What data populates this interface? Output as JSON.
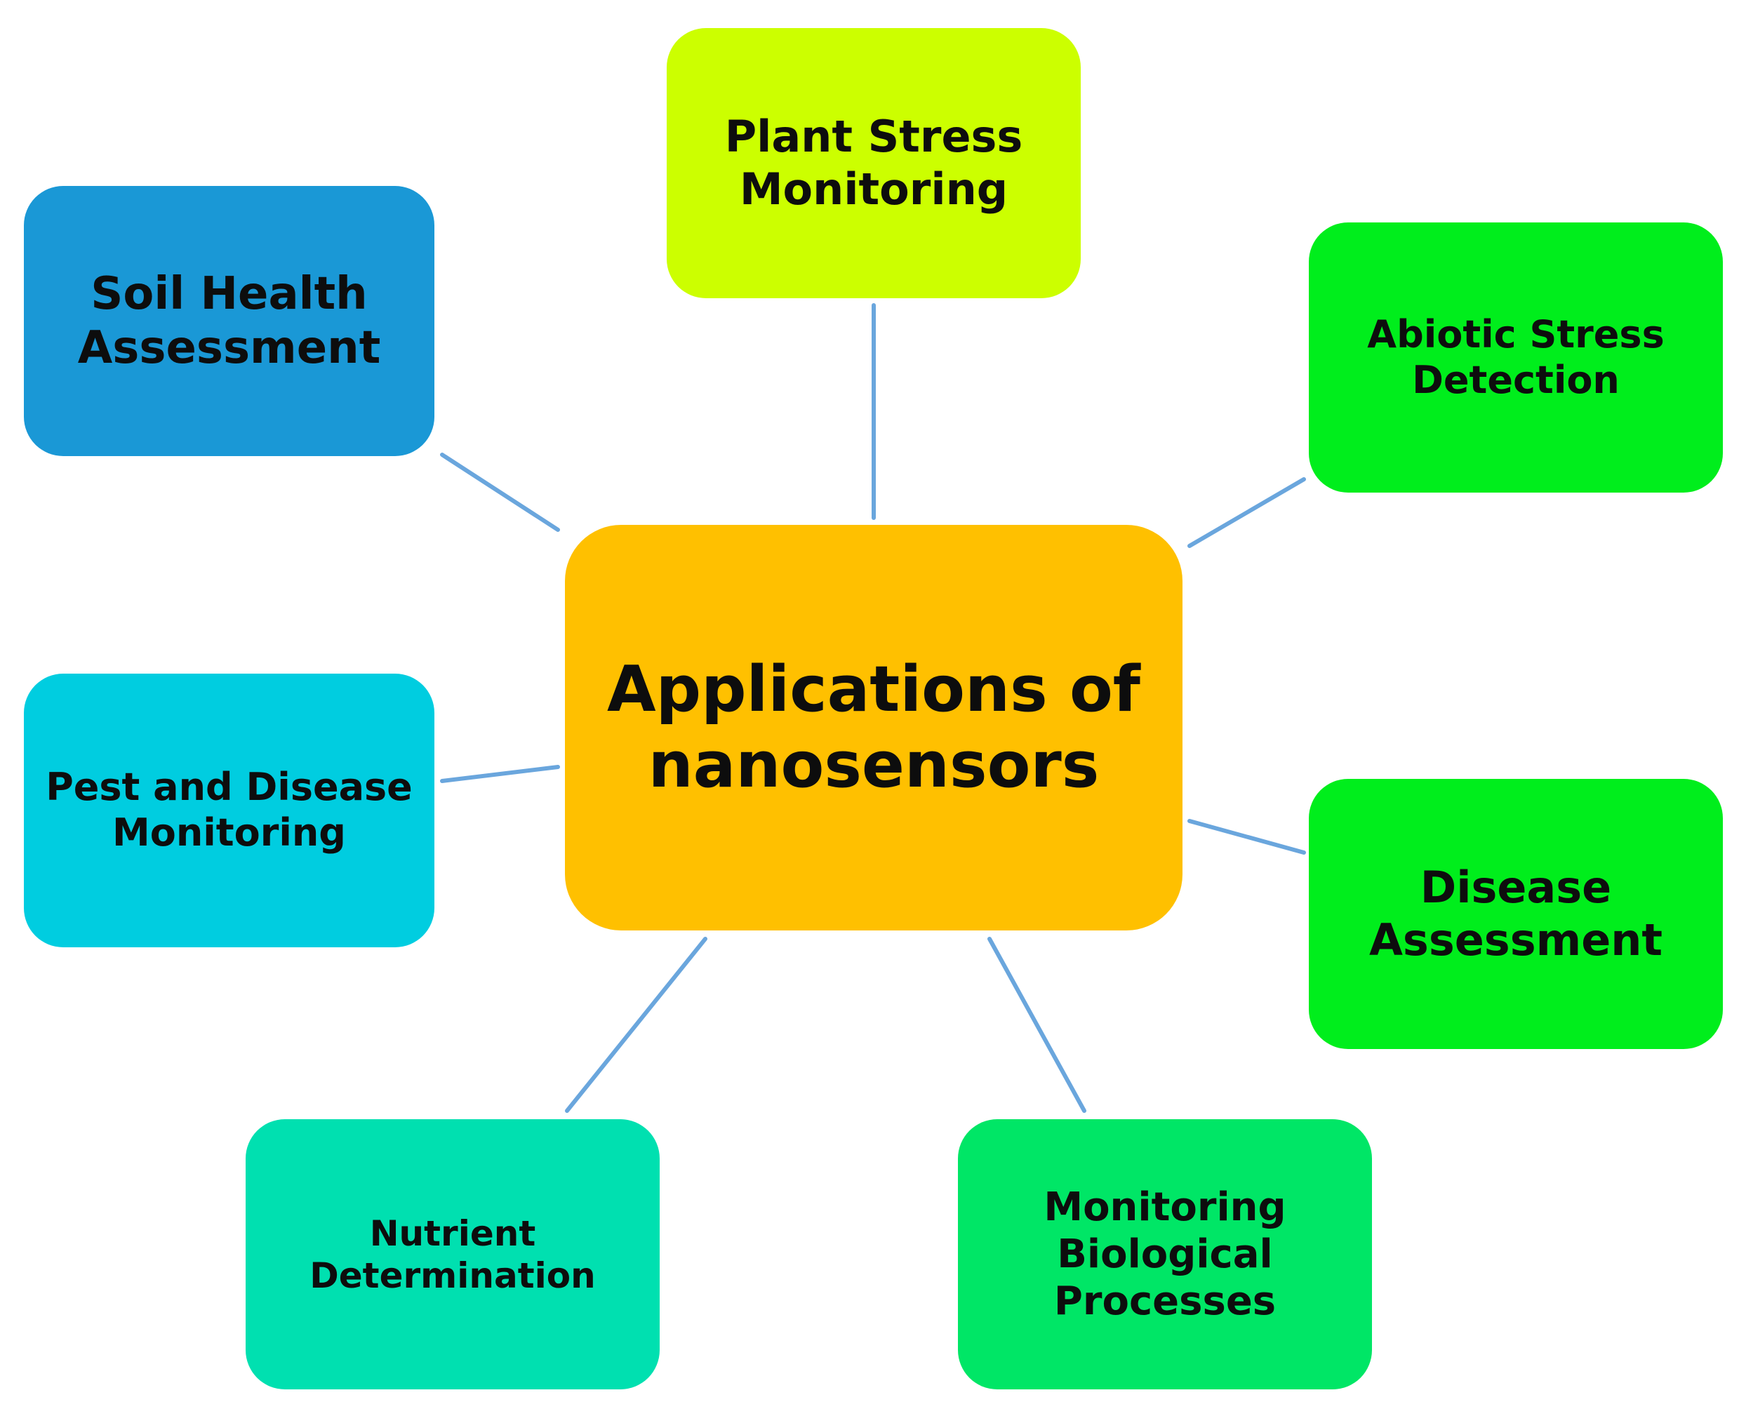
{
  "center": {
    "line1": "Applications of",
    "line2": "nanosensors",
    "color": "#ffc000"
  },
  "nodes": {
    "plant_stress": {
      "line1": "Plant Stress",
      "line2": "Monitoring",
      "color": "#ccff00"
    },
    "soil_health": {
      "line1": "Soil Health",
      "line2": "Assessment",
      "color": "#1a98d6"
    },
    "abiotic_stress": {
      "line1": "Abiotic Stress",
      "line2": "Detection",
      "color": "#00ee1c"
    },
    "pest_disease": {
      "line1": "Pest and Disease",
      "line2": "Monitoring",
      "color": "#00cde0"
    },
    "disease_assessment": {
      "line1": "Disease",
      "line2": "Assessment",
      "color": "#00ee1c"
    },
    "nutrient": {
      "line1": "Nutrient",
      "line2": "Determination",
      "color": "#00e0b0"
    },
    "biological": {
      "line1": "Monitoring",
      "line2": "Biological",
      "line3": "Processes",
      "color": "#00e666"
    }
  },
  "connector_color": "#6aa6dd"
}
